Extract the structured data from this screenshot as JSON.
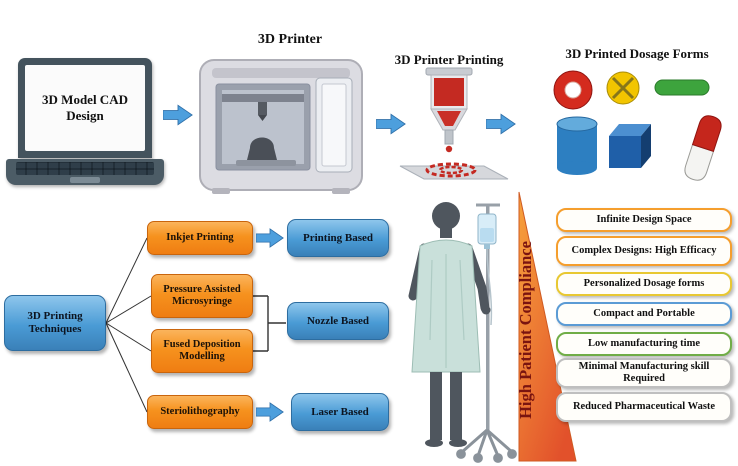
{
  "top_flow": {
    "laptop_label": "3D Model CAD Design",
    "printer_label": "3D Printer",
    "printing_label": "3D Printer Printing",
    "dosage_label": "3D Printed Dosage Forms"
  },
  "techniques": {
    "root_label": "3D Printing Techniques",
    "items": [
      {
        "label": "Inkjet Printing"
      },
      {
        "label": "Pressure Assisted Microsyringe"
      },
      {
        "label": "Fused Deposition Modelling"
      },
      {
        "label": "Steriolithography"
      }
    ],
    "categories": [
      {
        "label": "Printing Based"
      },
      {
        "label": "Nozzle Based"
      },
      {
        "label": "Laser Based"
      }
    ]
  },
  "compliance": {
    "triangle_label": "High Patient Compliance",
    "benefits": [
      {
        "label": "Infinite Design Space",
        "border_color": "#F59E2D"
      },
      {
        "label": "Complex Designs: High Efficacy",
        "border_color": "#F59E2D"
      },
      {
        "label": "Personalized Dosage forms",
        "border_color": "#E8C832"
      },
      {
        "label": "Compact and Portable",
        "border_color": "#5B9BD5"
      },
      {
        "label": "Low manufacturing time",
        "border_color": "#70AD47"
      },
      {
        "label": "Minimal Manufacturing skill Required",
        "border_color": "#BFBFBF"
      },
      {
        "label": "Reduced Pharmaceutical Waste",
        "border_color": "#BFBFBF"
      }
    ]
  },
  "colors": {
    "arrow_blue": "#4D9FDD",
    "arrow_blue_dark": "#2F6FA8",
    "orange_box": "#F6921E",
    "blue_box": "#4A9BD5",
    "triangle_top": "#F7A23C",
    "triangle_bottom": "#E2512B",
    "triangle_text": "#7A1410"
  }
}
